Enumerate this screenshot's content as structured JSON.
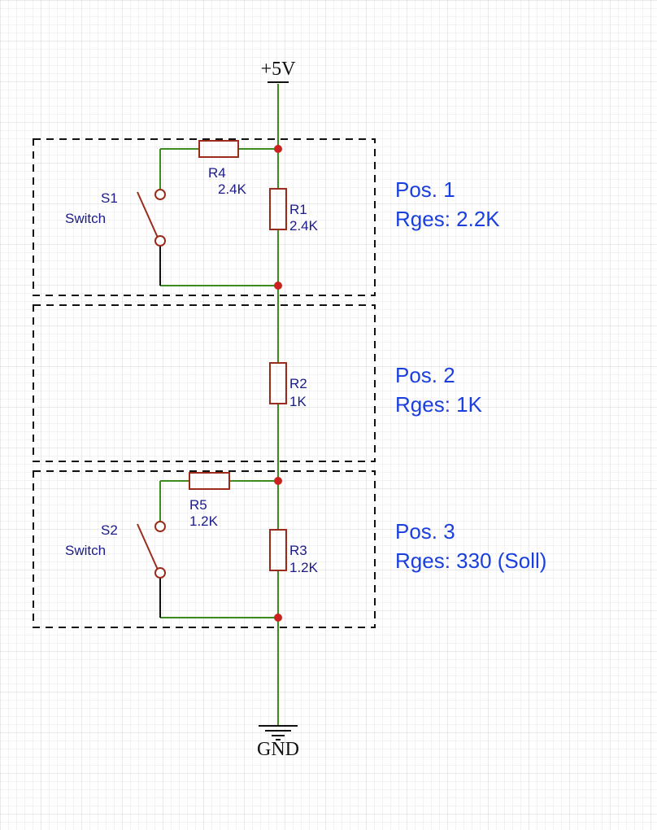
{
  "colors": {
    "background": "#ffffff",
    "grid_minor": "#e6e6e6",
    "grid_major": "#d4d4d4",
    "wire": "#3c8c1e",
    "component": "#9b2c1c",
    "junction": "#c8231e",
    "component_label": "#1a1a8c",
    "info_text": "#1a3fe0",
    "frame": "#111111"
  },
  "supply": {
    "label": "+5V"
  },
  "ground": {
    "label": "GND"
  },
  "switches": [
    {
      "ref": "S1",
      "type": "Switch"
    },
    {
      "ref": "S2",
      "type": "Switch"
    }
  ],
  "resistors": [
    {
      "ref": "R4",
      "value": "2.4K"
    },
    {
      "ref": "R1",
      "value": "2.4K"
    },
    {
      "ref": "R2",
      "value": "1K"
    },
    {
      "ref": "R5",
      "value": "1.2K"
    },
    {
      "ref": "R3",
      "value": "1.2K"
    }
  ],
  "positions": [
    {
      "name": "Pos. 1",
      "rges": "Rges: 2.2K"
    },
    {
      "name": "Pos. 2",
      "rges": "Rges: 1K"
    },
    {
      "name": "Pos. 3",
      "rges": "Rges: 330 (Soll)"
    }
  ]
}
